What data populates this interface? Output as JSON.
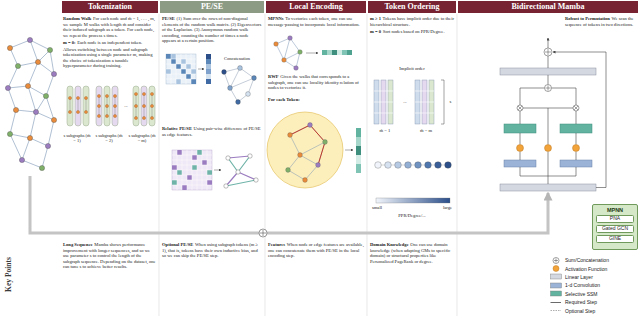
{
  "diagram": {
    "nodes": [
      {
        "text": [
          "Tokenization"
        ]
      },
      {
        "text": [
          "PE/SE"
        ]
      },
      {
        "text": [
          "Local Encoding"
        ]
      },
      {
        "text": [
          "Token Ordering"
        ]
      },
      {
        "text": [
          "Bidirectional Mamba"
        ]
      },
      {
        "text": [
          "MPNN"
        ]
      },
      {
        "text": [
          "PNA"
        ],
        "in": 5
      },
      {
        "text": [
          "Gated GCN"
        ],
        "in": 5
      },
      {
        "text": [
          "GINE"
        ],
        "in": 5
      }
    ],
    "labels": [
      "Random Walk",
      "For each node and m̂ = 1, . . . , m, we sample M walks with length m̂ and consider their induced subgraph as a token. For each node, we repeat the process s times.",
      "m = 0:",
      "Each node is an independent token.",
      "Allows switching between node and subgraph tokenization using a single parameter m, making the choice of tokenization a tunable hyperparameter during training.",
      "s subgraphs (m̂ = 1)",
      "s subgraphs (m̂ = 2)",
      "s subgraphs (m̂ = m)",
      "PE/SE",
      "(1) Sum over the rows of non-diagonal elements of the random walk matrix. (2) Eigenvectors of the Laplacian. (3) Anonymous random walk encoding, counting the number of times a node appears at a certain position.",
      "Relative PE/SE",
      "Using pair-wise difference of PE/SE as edge features.",
      "Concatenation",
      "MPNNs",
      "To vectorize each token, one can use message-passing to incorporate local information.",
      "RWF",
      "Given the walks that corresponds to a subgraph, one can use locality identity relation of nodes to vectorize it.",
      "For each Token:",
      "m ≥ 1",
      "Tokens have implicit order due to their hierarchical structure.",
      "m = 0",
      "Sort nodes based on PPR/Degree.",
      "Implicit order",
      "m̂ = 1",
      "m̂ = m",
      "s",
      "small",
      "large",
      "PPR/Degree/...",
      "Robust to Permutation",
      "We scan the sequence of tokens in two directions.",
      "Key Points",
      "Long Sequence",
      "Mamba shows performance improvement with longer sequences, and so we use parameter s to control the length of the subgraph sequence. Depending on the dataset, one can tune s to achieve better results.",
      "Optional PE/SE",
      "When using subgraph tokens (m ≥ 1), that is, tokens have their own inductive bias, and so we can skip the PE/SE step.",
      "Features",
      "When node or edge features are available, one can concatenate them with PE/SE in the local encoding step.",
      "Domain Knowledge",
      "One can use domain knowledge (when adapting GMs to specific domain) or structural properties like Personalized PageRank or degree.",
      "...",
      "..."
    ],
    "legend": [
      {
        "text": "Sum/Concatenation"
      },
      {
        "text": "Activation Function",
        "color": "#f2a33a"
      },
      {
        "text": "Linear Layer",
        "color": "#d4d8e0"
      },
      {
        "text": "1-d Convolution",
        "color": "#9bb3d6"
      },
      {
        "text": "Selective SSM",
        "color": "#63b3a1"
      },
      {
        "text": "Required Step"
      },
      {
        "text": "Optional Step"
      }
    ]
  }
}
